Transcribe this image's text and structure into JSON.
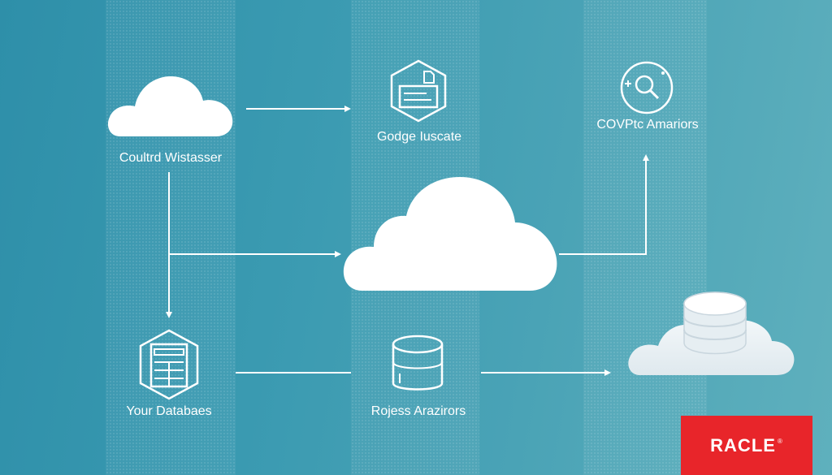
{
  "nodes": {
    "source_cloud_label": "Coultrd Wistasser",
    "doc_label": "Godge Iuscate",
    "analytics_label": "COVPtc Amariors",
    "database_label": "Your Databaes",
    "storage_label": "Rojess Arazirors"
  },
  "logo": {
    "text": "RACLE",
    "mark": "®"
  },
  "colors": {
    "background": "#3a9ab1",
    "line": "#ffffff",
    "brand": "#e8252a"
  }
}
